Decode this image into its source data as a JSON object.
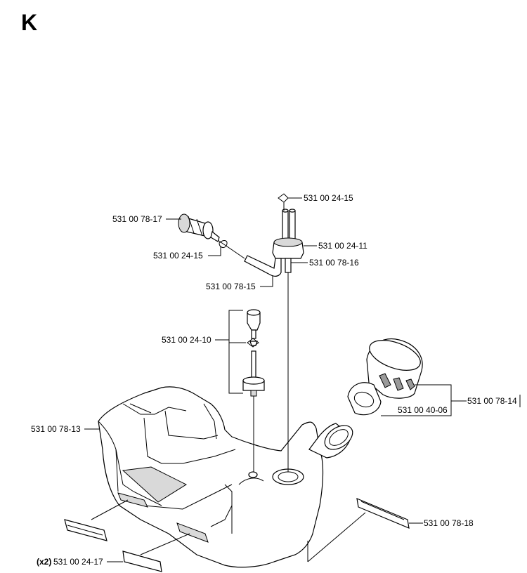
{
  "section": "K",
  "parts": {
    "vent_top": "531 00 24-15",
    "fuel_filter": "531 00 78-17",
    "clip_left": "531 00 24-15",
    "grommet": "531 00 24-11",
    "hose_end": "531 00 78-16",
    "fuel_hose": "531 00 78-15",
    "tank_vent": "531 00 24-10",
    "fuel_cap": "531 00 78-14",
    "cap_seal": "531 00 40-06",
    "fuel_tank": "531 00 78-13",
    "rubber_mount_right": "531 00 78-18",
    "qty_prefix": "(x2)",
    "rubber_mount_bottom": "531 00 24-17"
  }
}
